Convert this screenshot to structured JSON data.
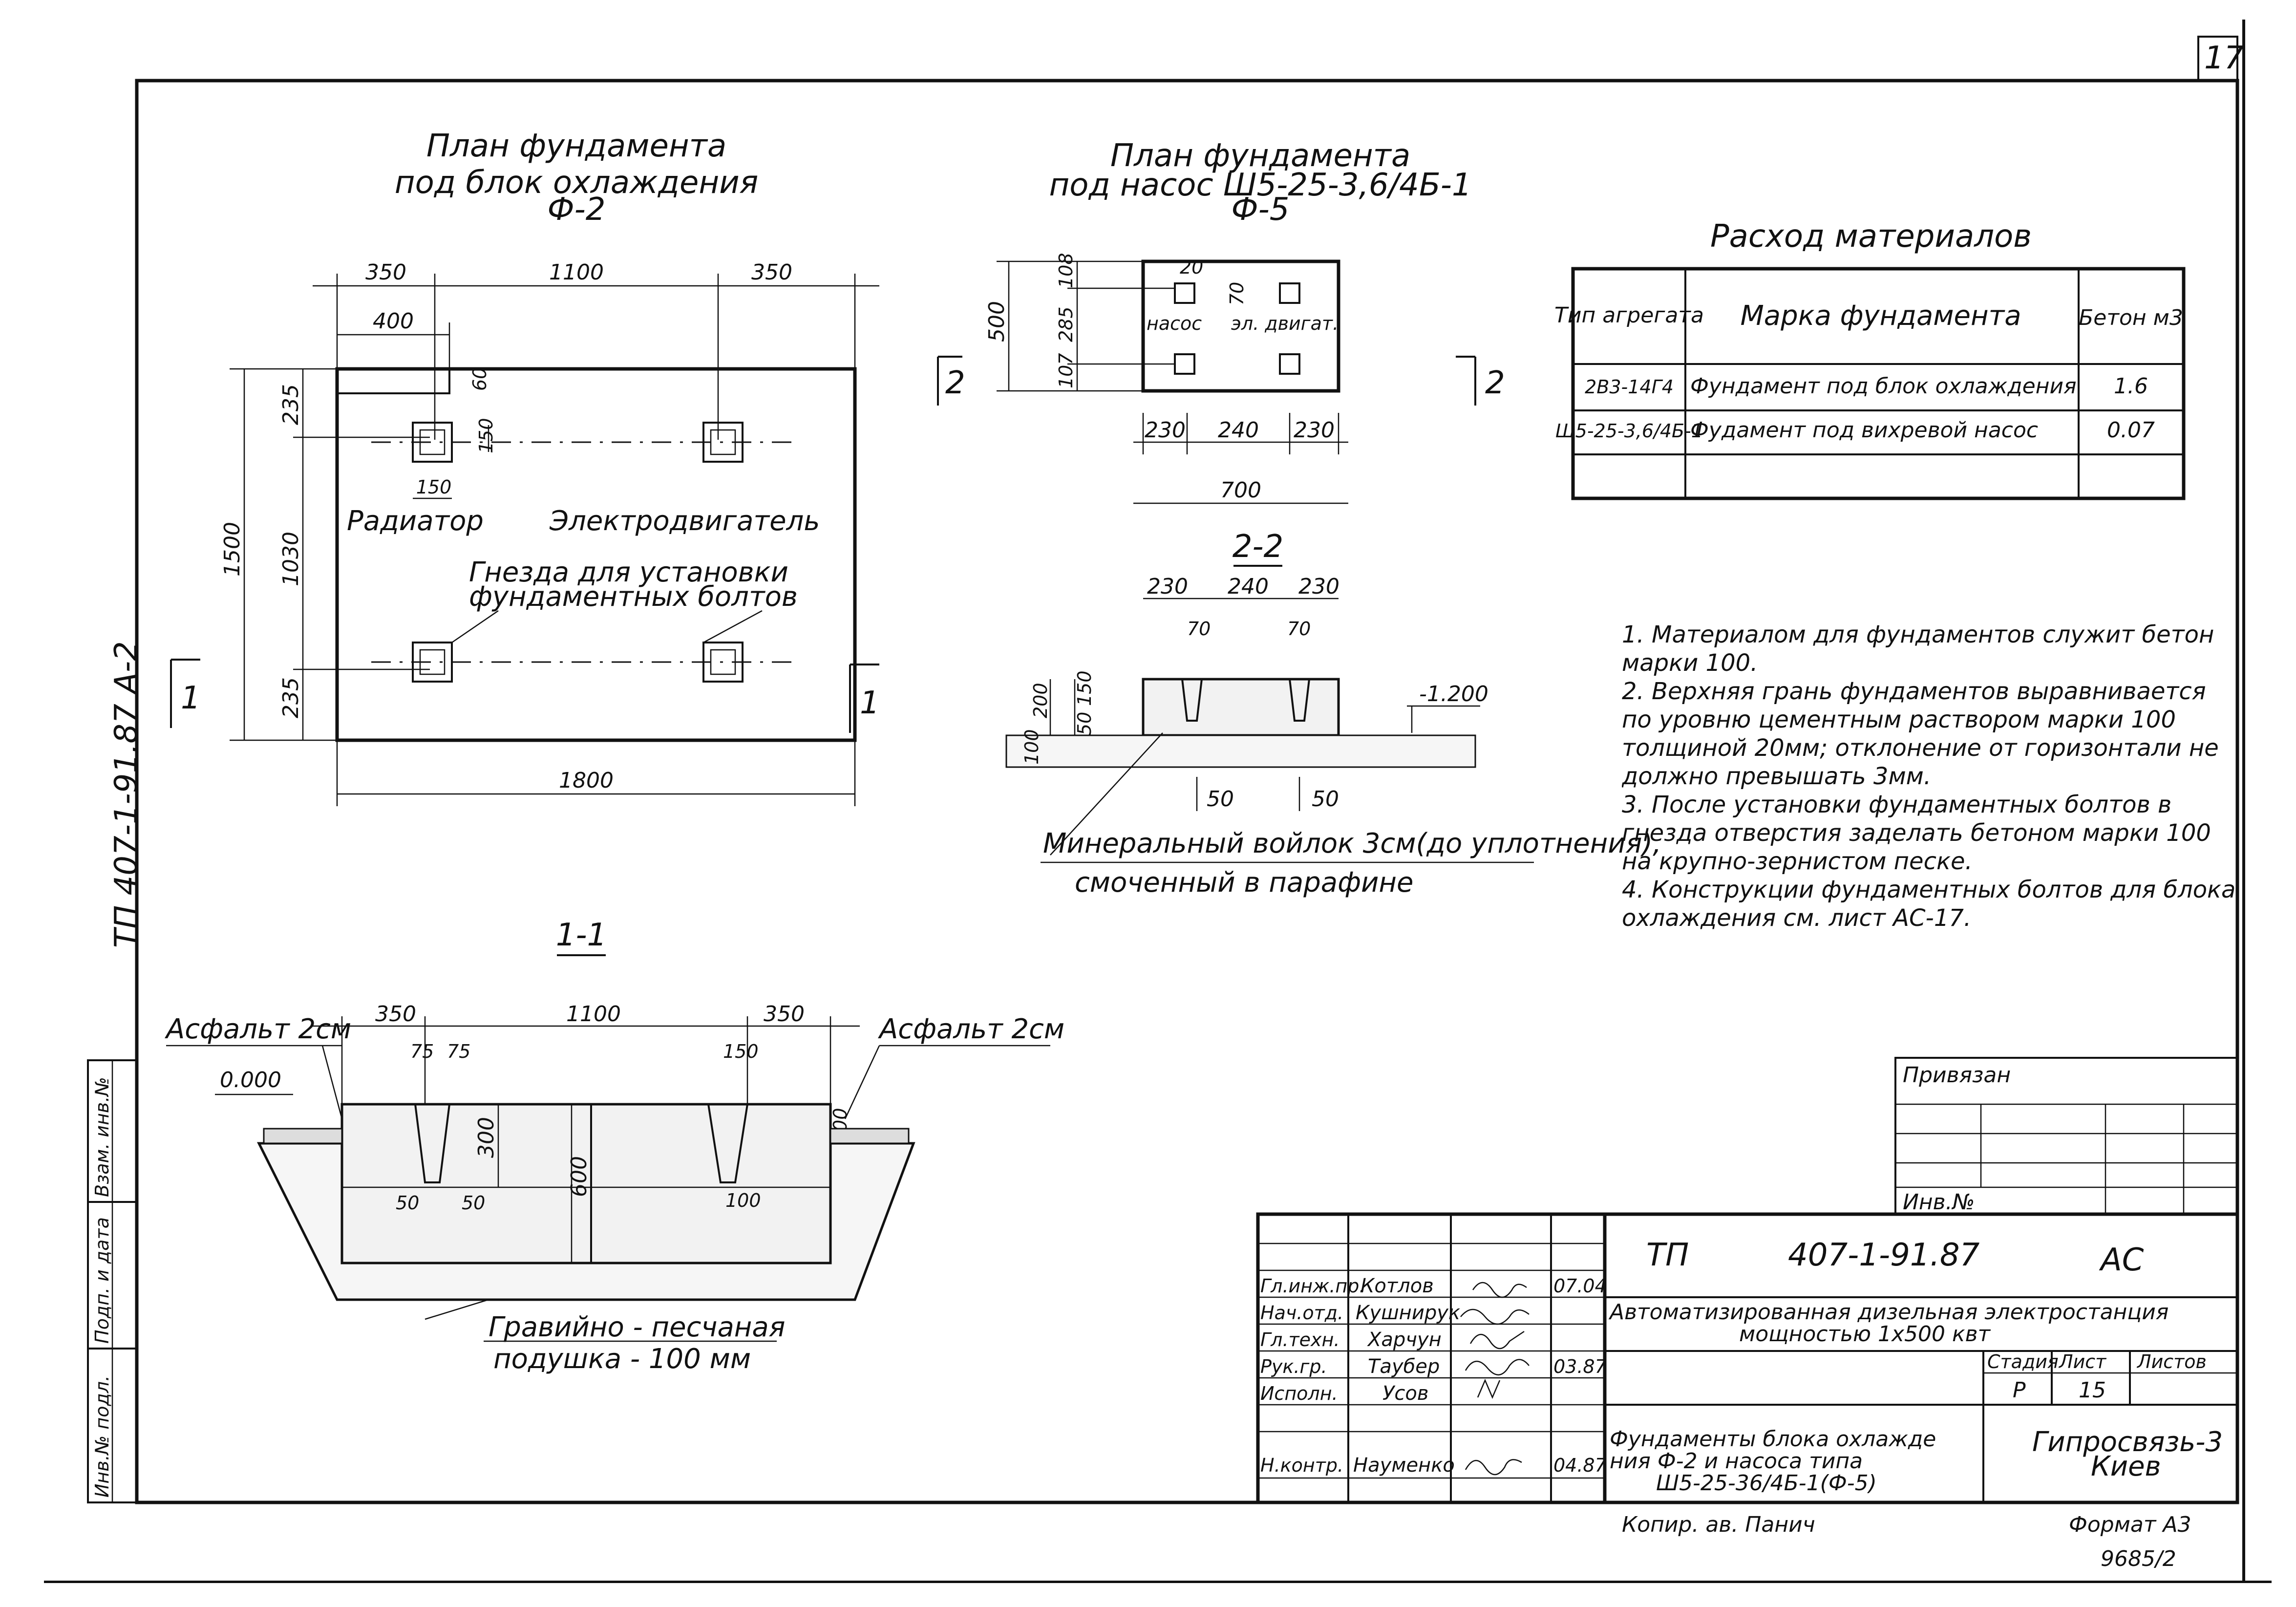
{
  "sheet": {
    "page_number": "17",
    "side_code": "ТП 407-1-91.87 А-2",
    "copied_by": "Копир. ав. Панич",
    "format": "Формат А3",
    "inventory_bottom": "9685/2"
  },
  "plan_f2": {
    "title_1": "План фундамента",
    "title_2": "под блок охлаждения",
    "title_3": "Ф-2",
    "dim_top_left": "350",
    "dim_top_mid": "1100",
    "dim_top_right": "350",
    "dim_400": "400",
    "dim_total_width": "1800",
    "dim_total_height": "1500",
    "dim_235_top": "235",
    "dim_1030": "1030",
    "dim_235_bottom": "235",
    "dim_60": "60",
    "dim_150_v": "150",
    "dim_150_h": "150",
    "label_radiator": "Радиатор",
    "label_motor": "Электродвигатель",
    "label_sockets_1": "Гнезда для установки",
    "label_sockets_2": "фундаментных болтов",
    "section_mark": "1"
  },
  "plan_f5": {
    "title_1": "План фундамента",
    "title_2": "под насос Ш5-25-3,6/4Б-1",
    "title_3": "Ф-5",
    "dim_500": "500",
    "dim_108": "108",
    "dim_285": "285",
    "dim_107": "107",
    "dim_20": "20",
    "dim_70": "70",
    "label_pump": "насос",
    "label_motor": "эл. двигат.",
    "dim_230_left": "230",
    "dim_240": "240",
    "dim_230_right": "230",
    "dim_700": "700",
    "section_mark": "2"
  },
  "section_2_2": {
    "title": "2-2",
    "dim_230_left": "230",
    "dim_240": "240",
    "dim_230_right": "230",
    "dim_70_left": "70",
    "dim_70_right": "70",
    "dim_200": "200",
    "dim_150": "150",
    "dim_50_v": "50",
    "dim_100": "100",
    "level": "-1.200",
    "dim_50_left": "50",
    "dim_50_right": "50",
    "note_1": "Минеральный войлок 3см(до уплотнения),",
    "note_2": "смоченный в парафине"
  },
  "section_1_1": {
    "title": "1-1",
    "asphalt_left": "Асфальт 2см",
    "asphalt_right": "Асфальт 2см",
    "level": "0.000",
    "dim_350_left": "350",
    "dim_1100": "1100",
    "dim_350_right": "350",
    "dim_75_a": "75",
    "dim_75_b": "75",
    "dim_150": "150",
    "dim_300": "300",
    "dim_600": "600",
    "dim_100": "100",
    "dim_50_a": "50",
    "dim_50_b": "50",
    "dim_100_bottom": "100",
    "cushion_1": "Гравийно - песчаная",
    "cushion_2": "подушка - 100 мм"
  },
  "materials": {
    "title": "Расход материалов",
    "headers": [
      "Тип агрегата",
      "Марка фундамента",
      "Бетон м3"
    ],
    "rows": [
      [
        "2В3-14Г4",
        "Фундамент под блок охлаждения",
        "1.6"
      ],
      [
        "Ш5-25-3,6/4Б-1",
        "Фудамент под вихревой насос",
        "0.07"
      ]
    ]
  },
  "notes": [
    "1. Материалом для фундаментов служит бетон марки 100.",
    "2. Верхняя грань фундаментов выравнивается по уровню цементным раствором марки 100 толщиной 20мм; отклонение от горизонтали не должно превышать 3мм.",
    "3. После установки фундаментных болтов в гнезда отверстия заделать бетоном марки 100 на крупно-зернистом песке.",
    "4. Конструкции фундаментных болтов для блока охлаждения см. лист АС-17."
  ],
  "side_stamp": [
    "Инв.№ подл.",
    "Подп. и дата",
    "Взам. инв.№"
  ],
  "privyazan": {
    "title": "Привязан",
    "inv_label": "Инв.№"
  },
  "title_block": {
    "code_prefix": "ТП",
    "code": "407-1-91.87",
    "code_suffix": "АС",
    "project_1": "Автоматизированная дизельная электростанция",
    "project_2": "мощностью 1х500 квт",
    "stage_header": "Стадия",
    "sheet_header": "Лист",
    "sheets_header": "Листов",
    "stage": "Р",
    "sheet": "15",
    "sheets": "",
    "drawing_1": "Фундаменты блока охлажде",
    "drawing_2": "ния Ф-2 и насоса типа",
    "drawing_3": "Ш5-25-36/4Б-1(Ф-5)",
    "org_1": "Гипросвязь-3",
    "org_2": "Киев",
    "people": [
      {
        "role": "Гл.инж.пр.",
        "name": "Котлов",
        "date": "07.04"
      },
      {
        "role": "Нач.отд.",
        "name": "Кушнирук",
        "date": ""
      },
      {
        "role": "Гл.техн.",
        "name": "Харчун",
        "date": ""
      },
      {
        "role": "Рук.гр.",
        "name": "Таубер",
        "date": "03.87"
      },
      {
        "role": "Исполн.",
        "name": "Усов",
        "date": ""
      },
      {
        "role": "Н.контр.",
        "name": "Науменко",
        "date": "04.87"
      }
    ]
  }
}
